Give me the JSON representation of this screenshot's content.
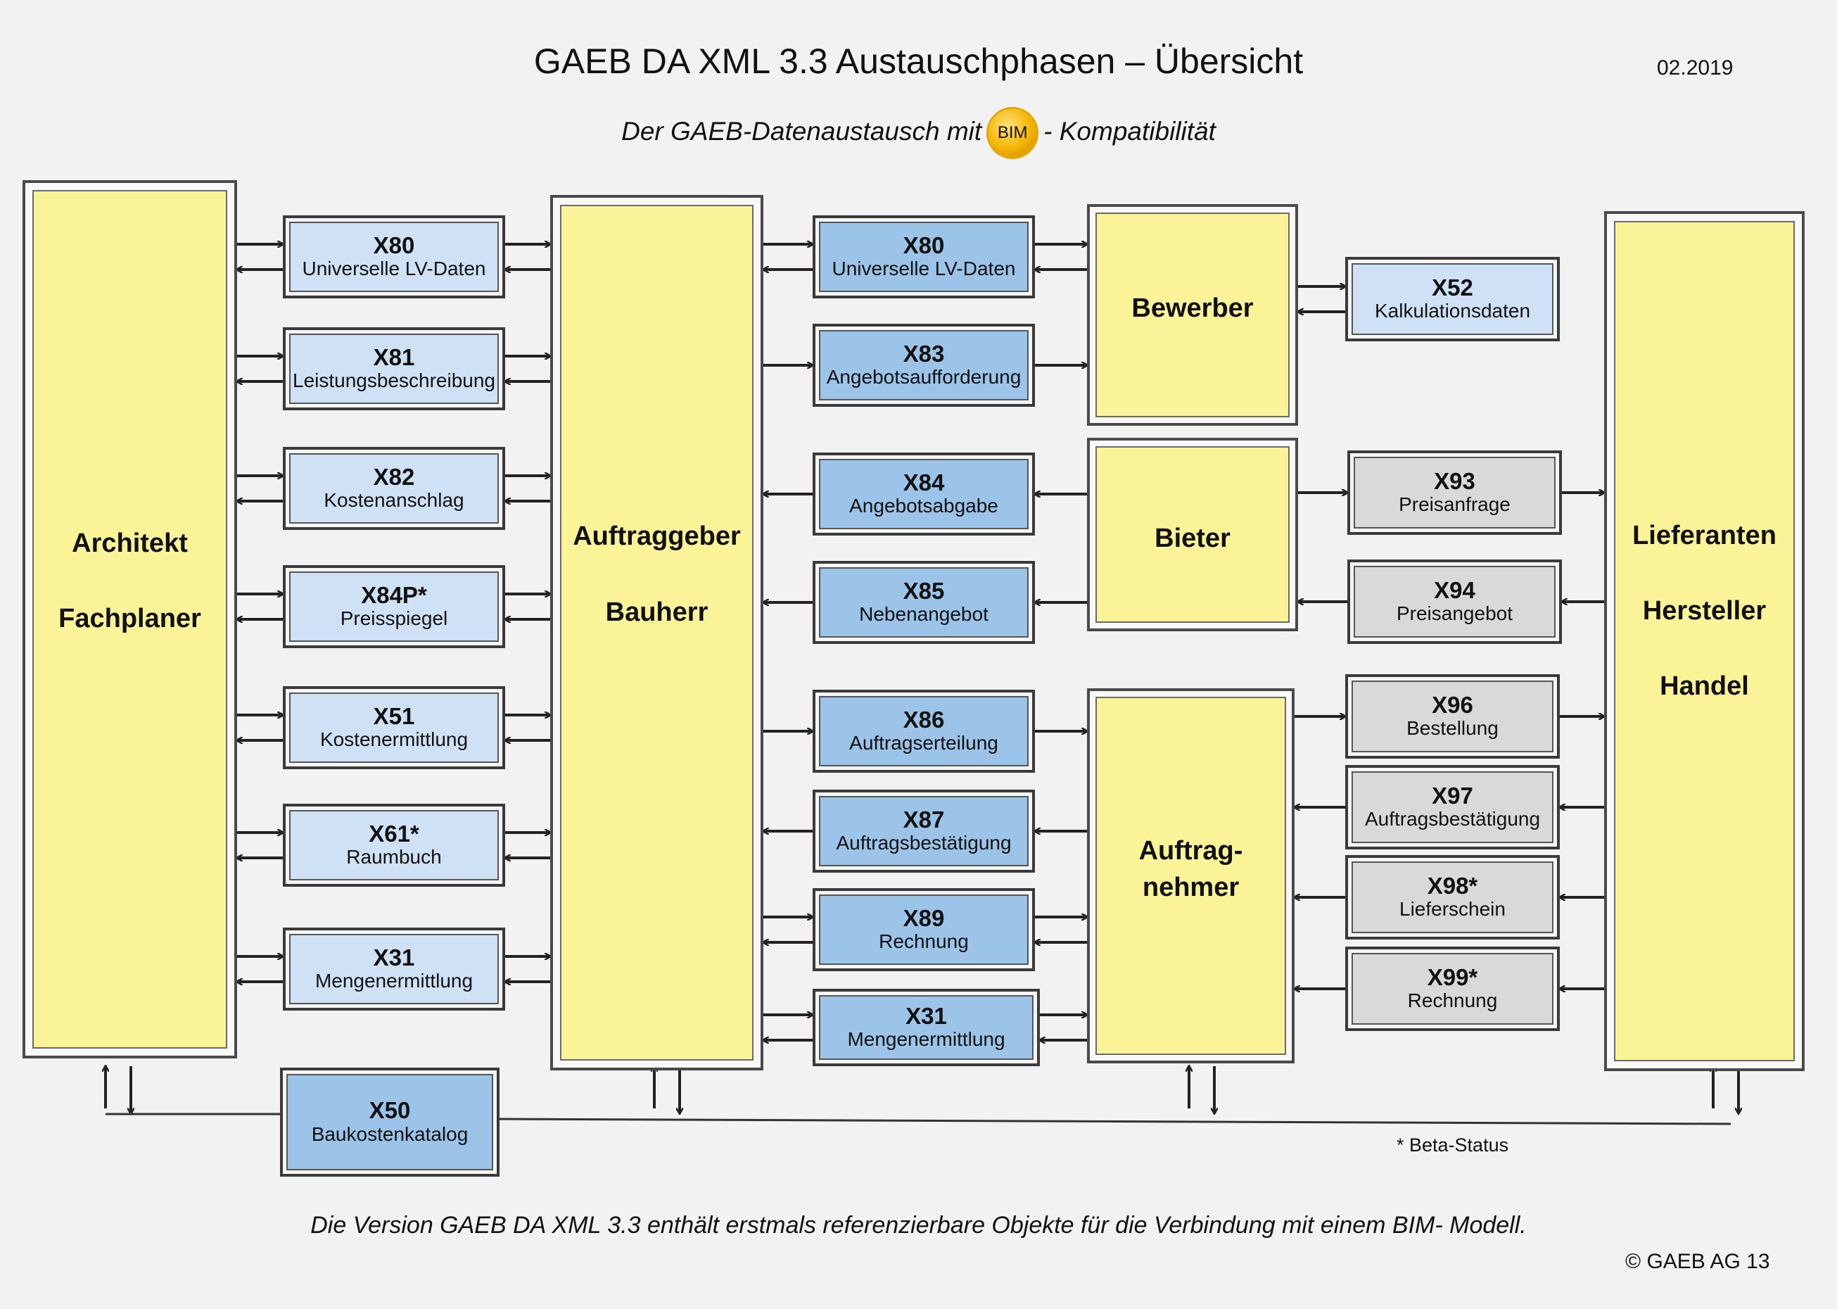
{
  "header": {
    "title": "GAEB DA XML 3.3 Austauschphasen – Übersicht",
    "date": "02.2019",
    "subtitle_before": "Der GAEB-Datenaustausch mit",
    "bim_badge": "BIM",
    "subtitle_after": "- Kompatibilität"
  },
  "actors": {
    "architekt": [
      "Architekt",
      "Fachplaner"
    ],
    "auftraggeber": [
      "Auftraggeber",
      "Bauherr"
    ],
    "bewerber": "Bewerber",
    "bieter": "Bieter",
    "auftragnehmer": [
      "Auftrag-",
      "nehmer"
    ],
    "lieferanten": [
      "Lieferanten",
      "Hersteller",
      "Handel"
    ]
  },
  "phases_left": [
    {
      "code": "X80",
      "label": "Universelle LV-Daten"
    },
    {
      "code": "X81",
      "label": "Leistungsbeschreibung"
    },
    {
      "code": "X82",
      "label": "Kostenanschlag"
    },
    {
      "code": "X84P*",
      "label": "Preisspiegel"
    },
    {
      "code": "X51",
      "label": "Kostenermittlung"
    },
    {
      "code": "X61*",
      "label": "Raumbuch"
    },
    {
      "code": "X31",
      "label": "Mengenermittlung"
    }
  ],
  "phases_middle": [
    {
      "code": "X80",
      "label": "Universelle LV-Daten"
    },
    {
      "code": "X83",
      "label": "Angebotsaufforderung"
    },
    {
      "code": "X84",
      "label": "Angebotsabgabe"
    },
    {
      "code": "X85",
      "label": "Nebenangebot"
    },
    {
      "code": "X86",
      "label": "Auftragserteilung"
    },
    {
      "code": "X87",
      "label": "Auftragsbestätigung"
    },
    {
      "code": "X89",
      "label": "Rechnung"
    },
    {
      "code": "X31",
      "label": "Mengenermittlung"
    }
  ],
  "phases_right": [
    {
      "code": "X52",
      "label": "Kalkulationsdaten"
    },
    {
      "code": "X93",
      "label": "Preisanfrage"
    },
    {
      "code": "X94",
      "label": "Preisangebot"
    },
    {
      "code": "X96",
      "label": "Bestellung"
    },
    {
      "code": "X97",
      "label": "Auftragsbestätigung"
    },
    {
      "code": "X98*",
      "label": "Lieferschein"
    },
    {
      "code": "X99*",
      "label": "Rechnung"
    }
  ],
  "catalog": {
    "code": "X50",
    "label": "Baukostenkatalog"
  },
  "notes": {
    "beta": "* Beta-Status",
    "footnote": "Die Version GAEB DA XML 3.3 enthält erstmals referenzierbare Objekte für die Verbindung mit einem BIM- Modell.",
    "copyright": "© GAEB AG 13"
  },
  "colors": {
    "actor_fill": "#fbf397",
    "phase_light": "#cfe2f5",
    "phase_mid": "#9cc3e8",
    "phase_grey": "#d9d9d9"
  }
}
